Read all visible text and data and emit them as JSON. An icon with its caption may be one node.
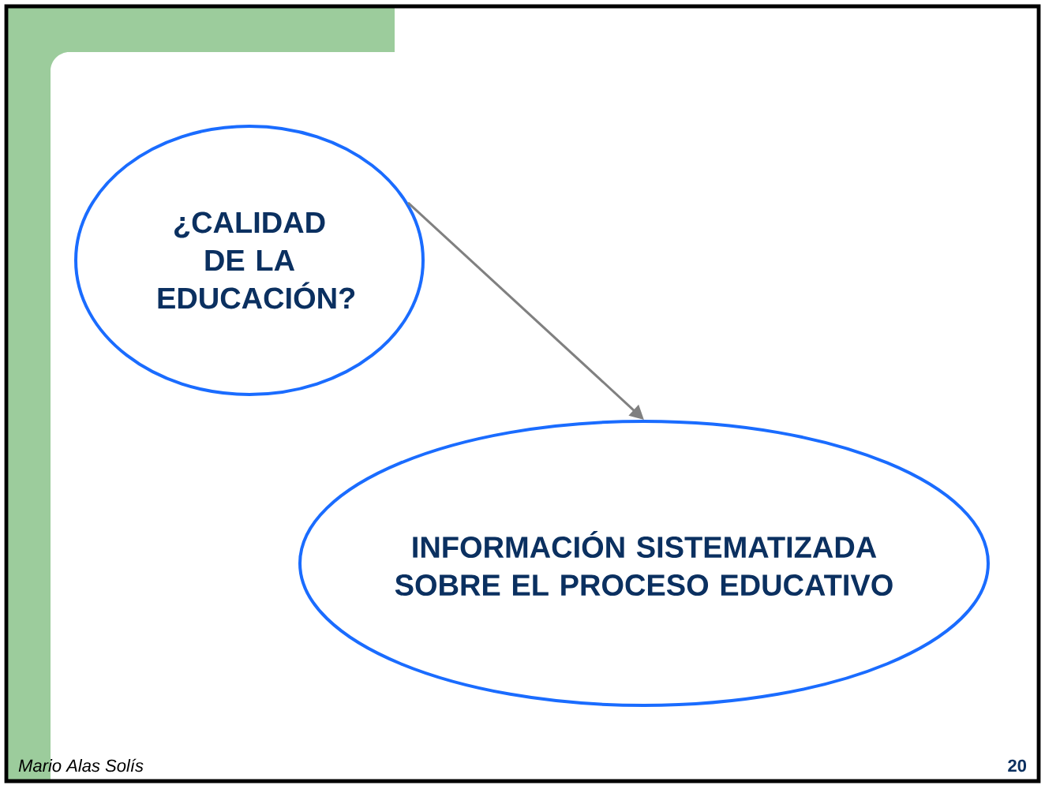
{
  "diagram": {
    "nodes": [
      {
        "text": [
          "¿CALIDAD DE LA EDUCACIÓN?"
        ]
      },
      {
        "text": [
          "INFORMACIÓN SISTEMATIZADA SOBRE EL PROCESO EDUCATIVO"
        ]
      }
    ],
    "edges": [
      {
        "from": 0,
        "to": 1,
        "arrow": "to"
      }
    ],
    "labels": [
      "Mario Alas Solís",
      "20"
    ]
  }
}
